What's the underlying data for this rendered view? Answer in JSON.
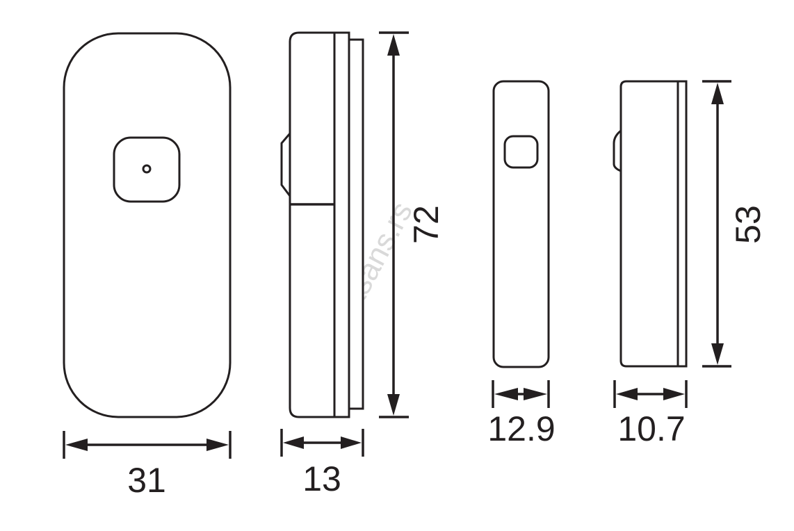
{
  "drawing": {
    "dimensions": {
      "large_width": "31",
      "large_depth": "13",
      "large_height": "72",
      "small_width": "12.9",
      "small_depth": "10.7",
      "small_height": "53"
    },
    "watermark": "alasans.rs"
  }
}
